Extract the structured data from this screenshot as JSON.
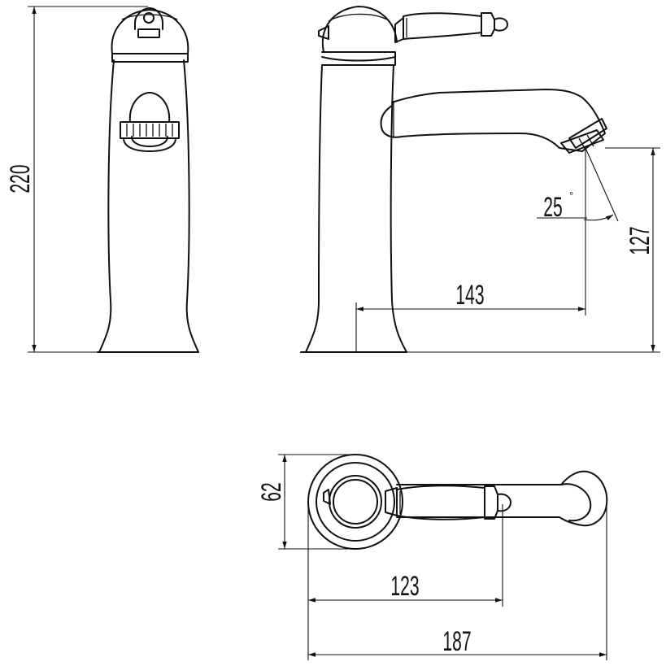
{
  "dimensions": {
    "total_height": "220",
    "outlet_height": "127",
    "spout_reach": "143",
    "spray_angle": "25",
    "angle_unit": "°",
    "body_diameter": "62",
    "handle_reach": "123",
    "total_length": "187"
  }
}
